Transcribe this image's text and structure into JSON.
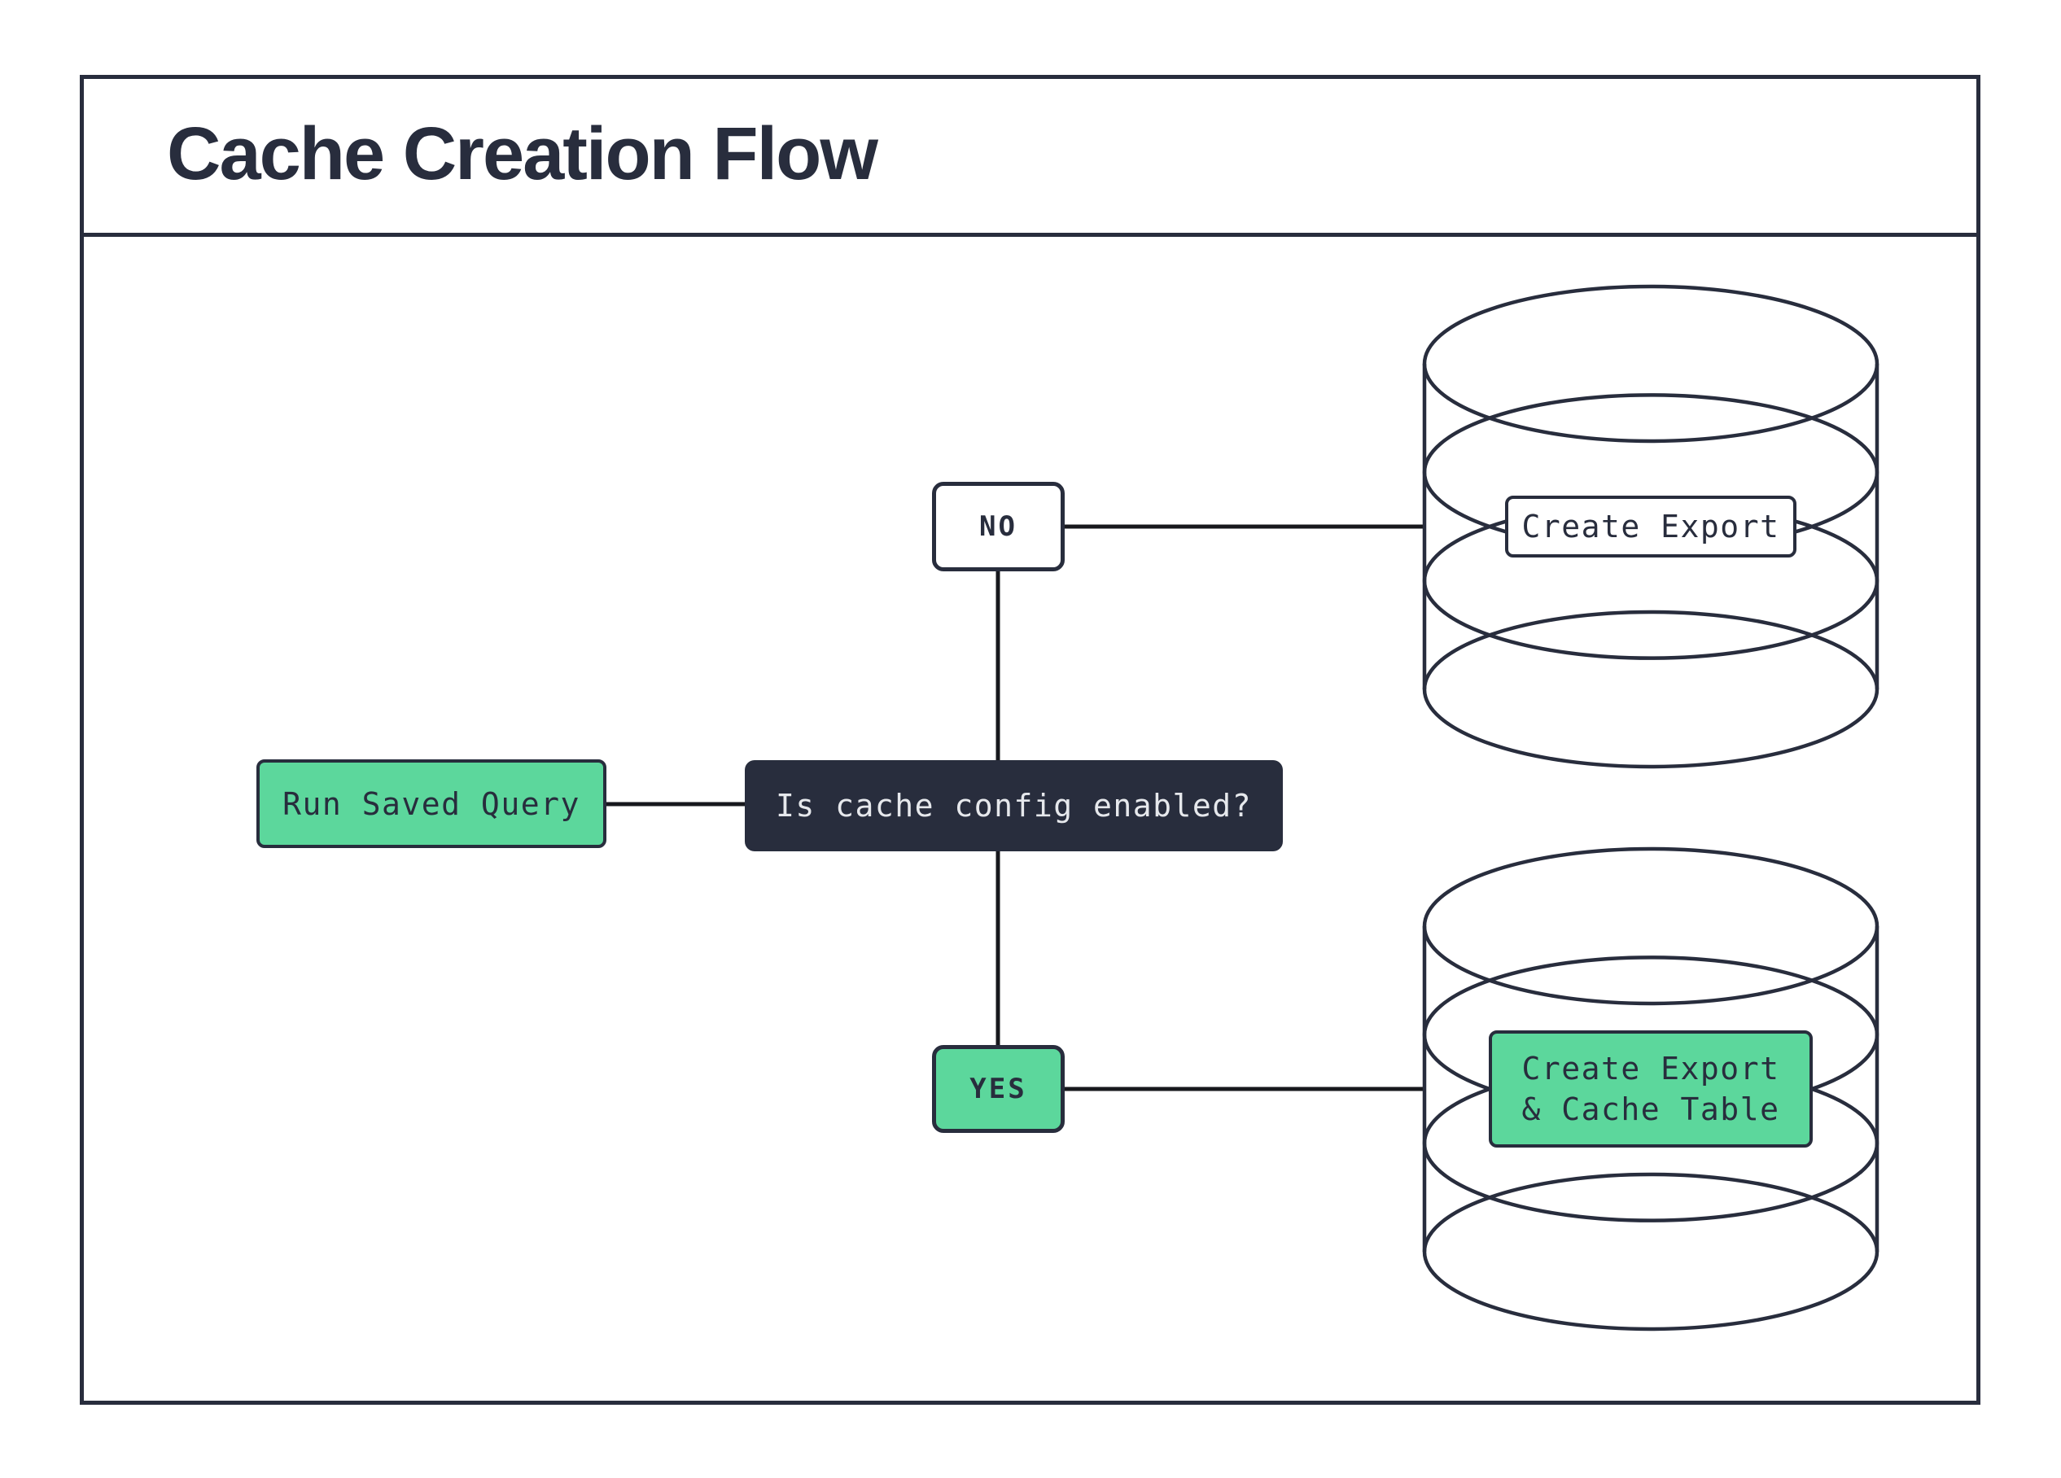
{
  "header": {
    "title": "Cache Creation Flow"
  },
  "colors": {
    "navy": "#282d3d",
    "green": "#5cd79c",
    "connector": "#17181d",
    "light_text": "#e6e8ec",
    "background": "#ffffff"
  },
  "diagram": {
    "nodes": {
      "start": {
        "label": "Run Saved Query"
      },
      "decision": {
        "label": "Is cache config enabled?"
      },
      "no_branch": {
        "label": "NO"
      },
      "yes_branch": {
        "label": "YES"
      },
      "no_database": {
        "label": "Create Export"
      },
      "yes_database": {
        "label_line1": "Create Export",
        "label_line2": "& Cache Table"
      }
    }
  }
}
